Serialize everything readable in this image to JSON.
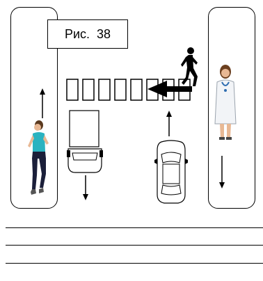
{
  "figure_label": "Рис.  38",
  "answer_line_count": 3,
  "figures": {
    "runner_left": "running-woman",
    "doctor_right": "doctor-woman",
    "pedestrian_crossing": "walking-man",
    "truck": "truck-top-view",
    "car": "car-top-view"
  },
  "arrows": {
    "runner": "up",
    "doctor": "down",
    "truck": "down",
    "car": "up",
    "pedestrian": "left"
  },
  "crosswalk_stripe_count": 8,
  "colors": {
    "line": "#000000",
    "background": "#ffffff",
    "runner_top": "#2bb3c0",
    "doctor_coat": "#f2f4f7"
  }
}
